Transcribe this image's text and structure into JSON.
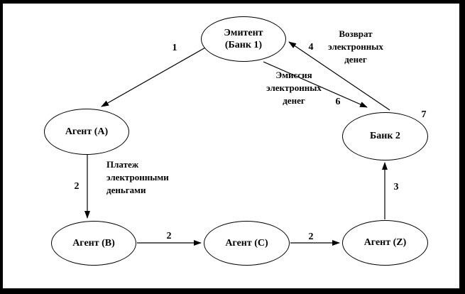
{
  "diagram": {
    "nodes": {
      "emitent": {
        "label": "Эмитент\n(Банк 1)"
      },
      "agent_a": {
        "label": "Агент (А)"
      },
      "bank2": {
        "label": "Банк 2"
      },
      "agent_b": {
        "label": "Агент (В)"
      },
      "agent_c": {
        "label": "Агент (С)"
      },
      "agent_z": {
        "label": "Агент (Z)"
      }
    },
    "numbers": {
      "step1": "1",
      "step2_payment": "2",
      "step2_bc": "2",
      "step2_cz": "2",
      "step3": "3",
      "step4": "4",
      "step6": "6",
      "step7": "7"
    },
    "labels": {
      "return_emoney": "Возврат\nэлектронных\nденег",
      "emission_emoney": "Эмиссия\nэлектронных\nденег",
      "payment_emoney": "Платеж\nэлектронными\nденьгами"
    },
    "colors": {
      "line": "#000000",
      "background": "#ffffff",
      "frame": "#000000"
    }
  }
}
